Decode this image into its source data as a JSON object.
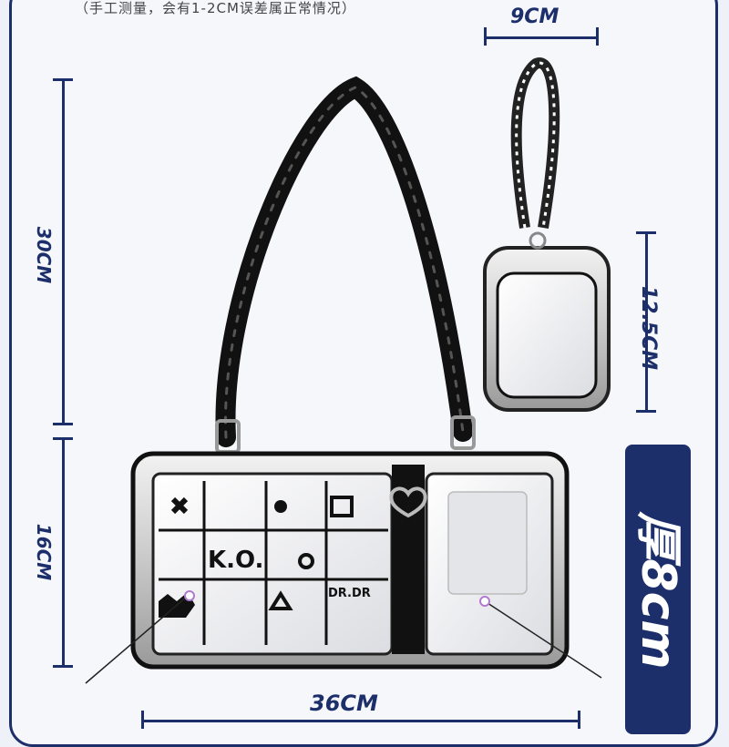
{
  "measurement_note": "（手工测量，会有1-2CM误差属正常情况）",
  "dimensions": {
    "pouch_width": "9CM",
    "bag_strap_height": "30CM",
    "bag_body_height": "16CM",
    "pouch_height": "12.5CM",
    "bag_width": "36CM",
    "thickness": "厚8cm"
  },
  "bag_print": {
    "ko_text": "K.O.",
    "brand_text": "DR.DR"
  },
  "colors": {
    "navy": "#1d2f6b",
    "background": "#eef2f8"
  }
}
